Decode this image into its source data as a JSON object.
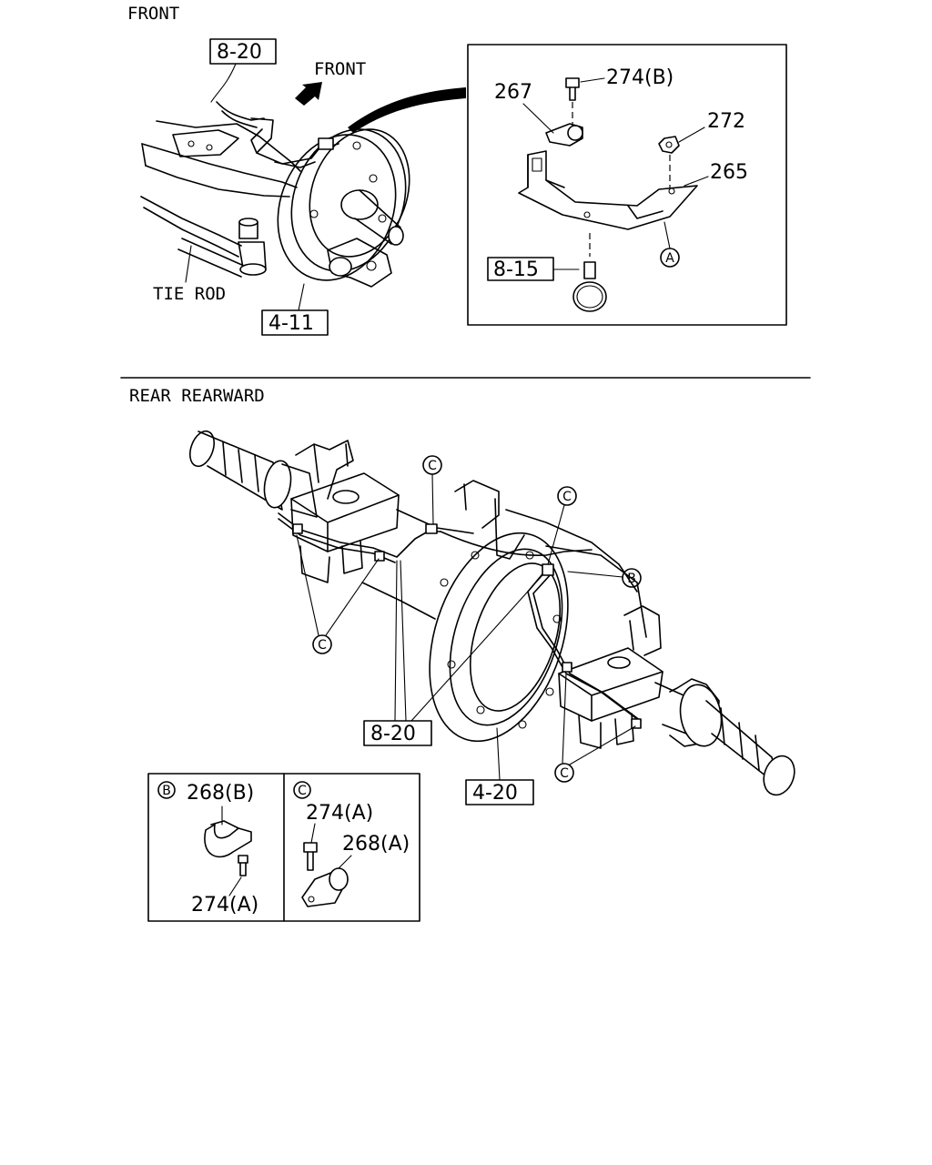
{
  "sections": {
    "front_title": "FRONT",
    "rear_title": "REAR REARWARD"
  },
  "front": {
    "direction_label": "FRONT",
    "tie_rod_label": "TIE ROD",
    "refs": {
      "pipe": "8-20",
      "knuckle": "4-11"
    },
    "detail": {
      "bolt": "274(B)",
      "clip": "267",
      "nut": "272",
      "bracket": "265",
      "marker": "A",
      "hose_clip_ref": "8-15"
    }
  },
  "rear": {
    "refs": {
      "pipe": "8-20",
      "axle": "4-20"
    },
    "markers": {
      "b": "B",
      "c": "C"
    },
    "inset_b": {
      "marker": "B",
      "clip": "268(B)",
      "bolt": "274(A)"
    },
    "inset_c": {
      "marker": "C",
      "bolt": "274(A)",
      "clip": "268(A)"
    }
  },
  "icons": [
    "front-arrow-icon",
    "circle-marker-icon"
  ]
}
